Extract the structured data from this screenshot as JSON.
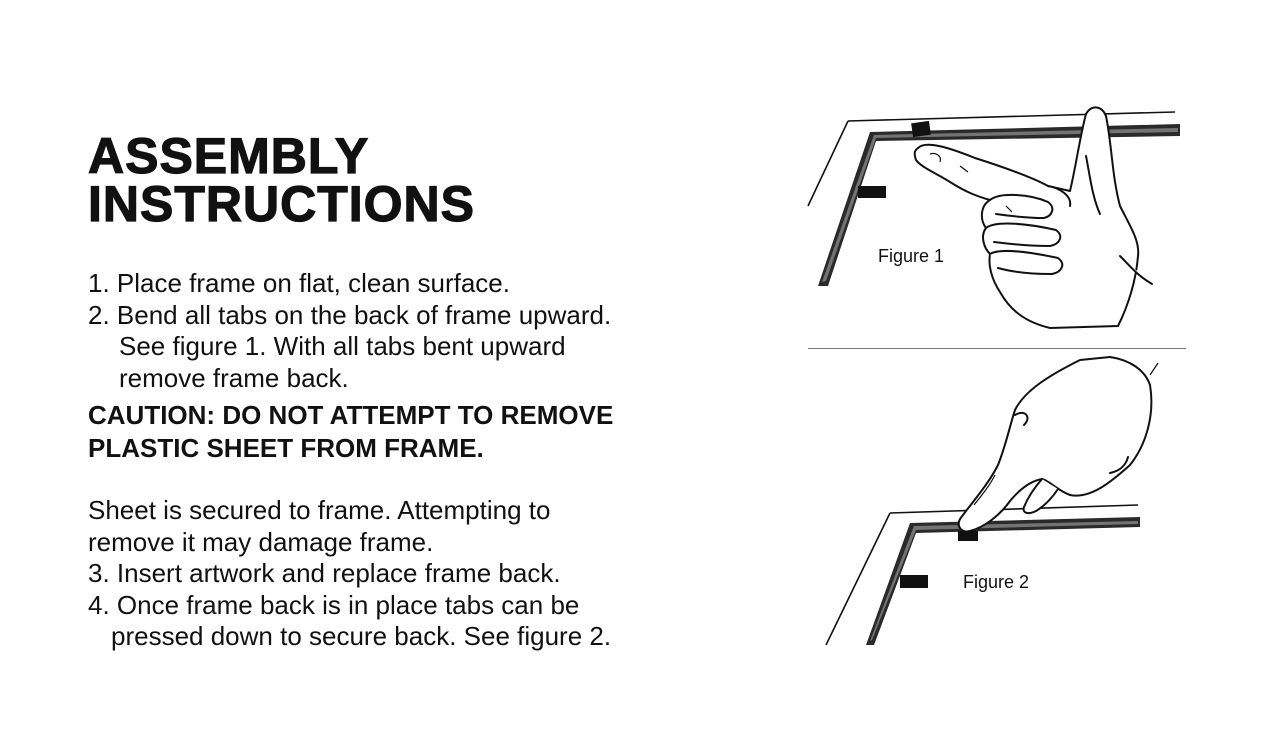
{
  "title": {
    "line1": "ASSEMBLY",
    "line2": "INSTRUCTIONS"
  },
  "steps": {
    "step1": "1. Place frame on flat, clean surface.",
    "step2_line1": "2. Bend all tabs on the back of frame upward.",
    "step2_line2": "See figure 1. With all tabs bent upward",
    "step2_line3": "remove frame back."
  },
  "caution": {
    "line1": "CAUTION: DO NOT ATTEMPT TO REMOVE",
    "line2": "PLASTIC SHEET FROM FRAME."
  },
  "note": {
    "line1": "Sheet is secured to frame. Attempting to",
    "line2": "remove it may damage frame."
  },
  "steps_cont": {
    "step3": "3. Insert artwork and replace frame back.",
    "step4_line1": "4. Once frame back is in place tabs can be",
    "step4_line2": "pressed down to secure back. See figure 2."
  },
  "figures": {
    "figure1_label": "Figure 1",
    "figure2_label": "Figure 2"
  }
}
